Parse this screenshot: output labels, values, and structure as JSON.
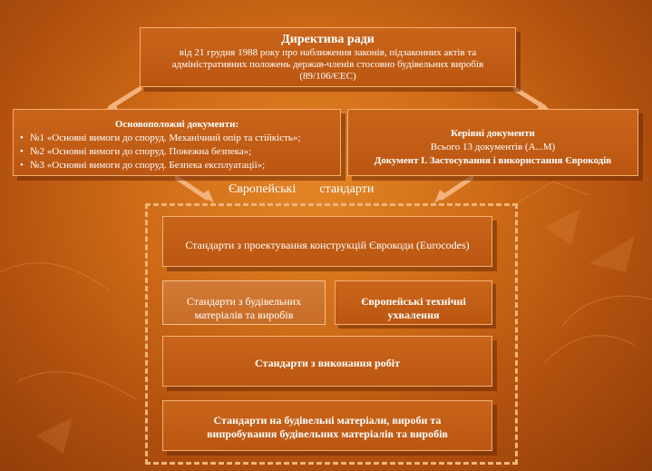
{
  "directive": {
    "title": "Директива ради",
    "line1": "від 21 грудня 1988 року про наближення законів, підзаконних актів та",
    "line2": "адміністративних положень держав-членів стосовно будівельних виробів",
    "line3": "(89/106/ЄЕС)"
  },
  "fundamental": {
    "title": "Основоположні документи:",
    "items": [
      "№1 «Основні вимоги до споруд. Механічний опір та стійкість»;",
      "№2 «Основні вимоги до споруд. Пожежна безпека»;",
      "№3 «Основні вимоги до споруд. Безпека експлуатації»;"
    ]
  },
  "guidance": {
    "title": "Керівні документи",
    "count": "Всього 13 документів (А...М)",
    "doc_l": "Документ L Застосування і використання Єврокодів"
  },
  "european_standards": {
    "word1": "Європейські",
    "word2": "стандарти"
  },
  "standards": {
    "design": "Стандарти з проектування конструкцій Єврокоди (Eurocodes)",
    "materials_line1": "Стандарти з будівельних",
    "materials_line2": "матеріалів та виробів",
    "approvals_line1": "Європейські технічні",
    "approvals_line2": "ухвалення",
    "works": "Стандарти з виконання робіт",
    "testing_line1": "Стандарти на будівельні матеріали, вироби та",
    "testing_line2": "випробування будівельних матеріалів та виробів"
  },
  "colors": {
    "background": "#cf6d18",
    "box": "#c25d15",
    "border": "#f0b070",
    "dash": "#f2b47a"
  }
}
